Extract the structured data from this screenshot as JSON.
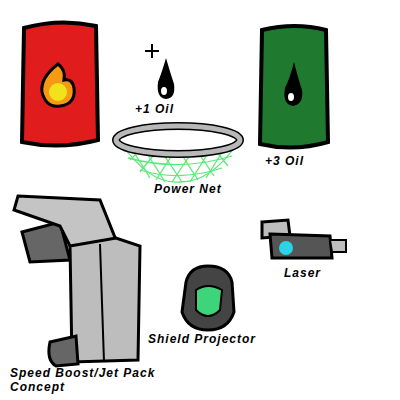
{
  "diagram": {
    "labels": [
      "+1 Oil",
      "+3 Oil",
      "Power Net",
      "Laser",
      "Shield Projector",
      "Speed Boost/Jet Pack Concept"
    ]
  }
}
